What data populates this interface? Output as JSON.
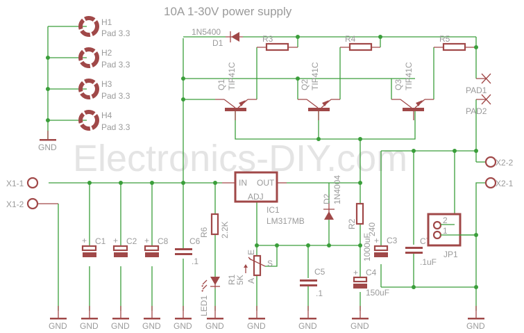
{
  "title": "10A 1-30V power supply",
  "watermark": "Electronics-DIY.com",
  "colors": {
    "wire": "#3a9e3a",
    "component": "#a04848",
    "label": "#9a9a9a",
    "watermark": "#e4e4e4",
    "background": "#ffffff"
  },
  "mounting_holes": [
    {
      "name": "H1",
      "value": "Pad 3.3"
    },
    {
      "name": "H2",
      "value": "Pad 3.3"
    },
    {
      "name": "H3",
      "value": "Pad 3.3"
    },
    {
      "name": "H4",
      "value": "Pad 3.3"
    }
  ],
  "connectors": {
    "x1_1": "X1-1",
    "x1_2": "X1-2",
    "x2_1": "X2-1",
    "x2_2": "X2-2",
    "pad1": "PAD1",
    "pad2": "PAD2"
  },
  "diodes": {
    "d1": {
      "name": "D1",
      "value": "1N5400"
    },
    "d2": {
      "name": "D2",
      "value": "1N4004"
    }
  },
  "transistors": [
    {
      "name": "Q1",
      "value": "TIP41C"
    },
    {
      "name": "Q2",
      "value": "TIP41C"
    },
    {
      "name": "Q3",
      "value": "TIP41C"
    }
  ],
  "resistors": {
    "r1": {
      "name": "R1",
      "value": "5K",
      "pin_e": "E",
      "pin_s": "S",
      "pin_a": "A"
    },
    "r2": {
      "name": "R2",
      "value": "240"
    },
    "r3": {
      "name": "R3"
    },
    "r4": {
      "name": "R4"
    },
    "r5": {
      "name": "R5"
    },
    "r6": {
      "name": "R6",
      "value": "2.2K"
    }
  },
  "capacitors": {
    "c1": {
      "name": "C1"
    },
    "c2": {
      "name": "C2"
    },
    "c8": {
      "name": "C8"
    },
    "c6": {
      "name": "C6",
      "value": ".1"
    },
    "c5": {
      "name": "C5",
      "value": ".1"
    },
    "c3": {
      "name": "C3",
      "value": "1000uF"
    },
    "c4": {
      "name": "C4",
      "value": "150uF"
    },
    "c7": {
      "name": "C7",
      "value": ".1uF"
    },
    "plus": "+"
  },
  "regulator": {
    "name": "IC1",
    "value": "LM317MB",
    "pin_in": "IN",
    "pin_out": "OUT",
    "pin_adj": "ADJ"
  },
  "led": {
    "name": "LED1"
  },
  "jumper": {
    "name": "JP1",
    "pin1": "1",
    "pin2": "2"
  },
  "ground_label": "GND"
}
